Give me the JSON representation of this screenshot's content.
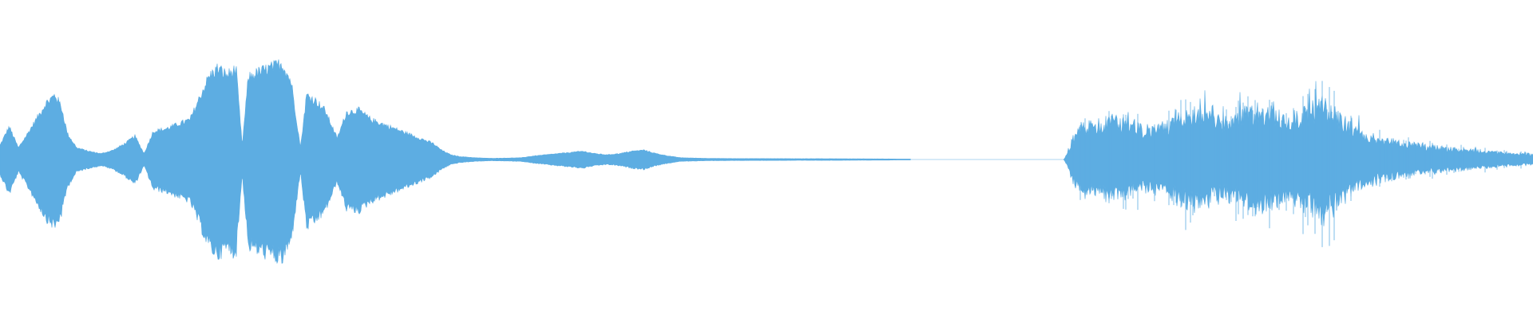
{
  "waveform": {
    "color": "#5DADE2",
    "duration_fraction_note": "",
    "segments": [
      {
        "kind": "loud-phrase",
        "start": 0.0,
        "end": 0.29
      },
      {
        "kind": "quiet-tail",
        "start": 0.29,
        "end": 0.44
      },
      {
        "kind": "near-silence",
        "start": 0.44,
        "end": 0.59
      },
      {
        "kind": "silence",
        "start": 0.59,
        "end": 0.694
      },
      {
        "kind": "noisy-phrase",
        "start": 0.694,
        "end": 1.0
      }
    ],
    "envelope": [
      [
        0.0,
        0.12
      ],
      [
        0.006,
        0.28
      ],
      [
        0.012,
        0.1
      ],
      [
        0.018,
        0.22
      ],
      [
        0.024,
        0.35
      ],
      [
        0.03,
        0.48
      ],
      [
        0.036,
        0.55
      ],
      [
        0.04,
        0.45
      ],
      [
        0.044,
        0.22
      ],
      [
        0.05,
        0.1
      ],
      [
        0.058,
        0.07
      ],
      [
        0.066,
        0.05
      ],
      [
        0.074,
        0.08
      ],
      [
        0.082,
        0.14
      ],
      [
        0.088,
        0.2
      ],
      [
        0.094,
        0.05
      ],
      [
        0.1,
        0.24
      ],
      [
        0.108,
        0.26
      ],
      [
        0.116,
        0.3
      ],
      [
        0.124,
        0.34
      ],
      [
        0.13,
        0.52
      ],
      [
        0.136,
        0.7
      ],
      [
        0.142,
        0.78
      ],
      [
        0.148,
        0.72
      ],
      [
        0.154,
        0.77
      ],
      [
        0.158,
        0.12
      ],
      [
        0.162,
        0.7
      ],
      [
        0.168,
        0.74
      ],
      [
        0.176,
        0.78
      ],
      [
        0.184,
        0.82
      ],
      [
        0.19,
        0.66
      ],
      [
        0.196,
        0.1
      ],
      [
        0.2,
        0.55
      ],
      [
        0.206,
        0.5
      ],
      [
        0.212,
        0.42
      ],
      [
        0.22,
        0.18
      ],
      [
        0.226,
        0.4
      ],
      [
        0.234,
        0.42
      ],
      [
        0.242,
        0.34
      ],
      [
        0.25,
        0.3
      ],
      [
        0.258,
        0.26
      ],
      [
        0.266,
        0.22
      ],
      [
        0.274,
        0.18
      ],
      [
        0.282,
        0.14
      ],
      [
        0.288,
        0.08
      ],
      [
        0.294,
        0.04
      ],
      [
        0.3,
        0.025
      ],
      [
        0.31,
        0.015
      ],
      [
        0.32,
        0.01
      ],
      [
        0.33,
        0.012
      ],
      [
        0.34,
        0.015
      ],
      [
        0.348,
        0.03
      ],
      [
        0.356,
        0.04
      ],
      [
        0.364,
        0.05
      ],
      [
        0.372,
        0.06
      ],
      [
        0.38,
        0.07
      ],
      [
        0.388,
        0.05
      ],
      [
        0.396,
        0.04
      ],
      [
        0.404,
        0.05
      ],
      [
        0.412,
        0.07
      ],
      [
        0.42,
        0.08
      ],
      [
        0.428,
        0.05
      ],
      [
        0.436,
        0.03
      ],
      [
        0.444,
        0.015
      ],
      [
        0.46,
        0.01
      ],
      [
        0.48,
        0.008
      ],
      [
        0.5,
        0.008
      ],
      [
        0.52,
        0.007
      ],
      [
        0.54,
        0.007
      ],
      [
        0.56,
        0.006
      ],
      [
        0.58,
        0.005
      ],
      [
        0.592,
        0.003
      ],
      [
        0.594,
        0.0
      ],
      [
        0.694,
        0.0
      ],
      [
        0.696,
        0.05
      ],
      [
        0.7,
        0.16
      ],
      [
        0.706,
        0.24
      ],
      [
        0.712,
        0.26
      ],
      [
        0.72,
        0.28
      ],
      [
        0.728,
        0.3
      ],
      [
        0.736,
        0.27
      ],
      [
        0.744,
        0.24
      ],
      [
        0.752,
        0.22
      ],
      [
        0.76,
        0.26
      ],
      [
        0.768,
        0.3
      ],
      [
        0.776,
        0.34
      ],
      [
        0.784,
        0.36
      ],
      [
        0.792,
        0.3
      ],
      [
        0.8,
        0.28
      ],
      [
        0.808,
        0.32
      ],
      [
        0.816,
        0.36
      ],
      [
        0.824,
        0.38
      ],
      [
        0.832,
        0.34
      ],
      [
        0.84,
        0.3
      ],
      [
        0.848,
        0.34
      ],
      [
        0.856,
        0.38
      ],
      [
        0.862,
        0.44
      ],
      [
        0.868,
        0.4
      ],
      [
        0.876,
        0.3
      ],
      [
        0.884,
        0.22
      ],
      [
        0.892,
        0.18
      ],
      [
        0.9,
        0.16
      ],
      [
        0.91,
        0.14
      ],
      [
        0.92,
        0.12
      ],
      [
        0.93,
        0.1
      ],
      [
        0.94,
        0.09
      ],
      [
        0.95,
        0.08
      ],
      [
        0.96,
        0.07
      ],
      [
        0.97,
        0.06
      ],
      [
        0.98,
        0.05
      ],
      [
        0.99,
        0.045
      ],
      [
        1.0,
        0.04
      ]
    ]
  }
}
